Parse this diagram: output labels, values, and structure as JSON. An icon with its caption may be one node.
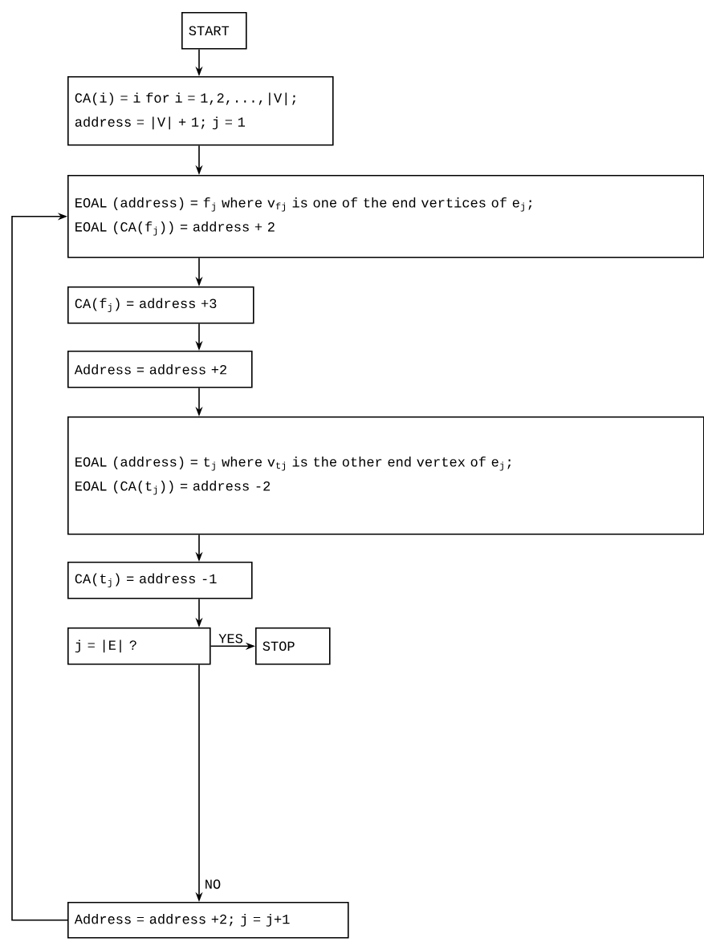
{
  "diagram": {
    "nodes": [
      {
        "text": [
          "START"
        ]
      },
      {
        "text": [
          "CA(i) = i for i = 1,2,...,|V|;",
          "address = |V| + 1; j = 1"
        ]
      },
      {
        "text": [
          "EOAL (address) = f$_{j}$ where v$_{fj}$ is one of the end vertices of e$_{j}$;",
          "EOAL (CA(f$_{j}$)) = address + 2"
        ]
      },
      {
        "text": [
          "CA(f$_{j}$) = address +3"
        ]
      },
      {
        "text": [
          "Address = address +2"
        ]
      },
      {
        "text": [
          "EOAL (address) = t$_{j}$ where v$_{tj}$ is the other end vertex of e$_{j}$;",
          "EOAL (CA(t$_{j}$)) = address -2"
        ]
      },
      {
        "text": [
          "CA(t$_{j}$) = address -1"
        ]
      },
      {
        "text": [
          "j = |E| ?"
        ]
      },
      {
        "text": [
          "STOP"
        ]
      },
      {
        "text": [
          "Address = address +2; j = j+1"
        ]
      }
    ],
    "edges": [
      {
        "from": 0,
        "to": 1,
        "arrow": "to"
      },
      {
        "from": 1,
        "to": 2,
        "arrow": "to"
      },
      {
        "from": 2,
        "to": 3,
        "arrow": "to"
      },
      {
        "from": 3,
        "to": 4,
        "arrow": "to"
      },
      {
        "from": 4,
        "to": 5,
        "arrow": "to"
      },
      {
        "from": 5,
        "to": 6,
        "arrow": "to"
      },
      {
        "from": 6,
        "to": 7,
        "arrow": "to"
      },
      {
        "from": 7,
        "to": 8,
        "arrow": "to",
        "label": "YES"
      },
      {
        "from": 7,
        "to": 9,
        "arrow": "to",
        "label": "NO"
      },
      {
        "from": 9,
        "to": 2,
        "arrow": "to"
      }
    ]
  }
}
